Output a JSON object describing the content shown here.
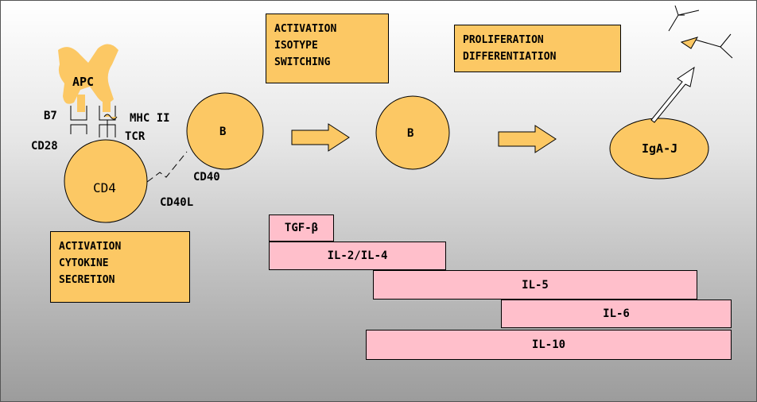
{
  "cells": {
    "apc": "APC",
    "cd4": "CD4",
    "b_cell_1": "B",
    "b_cell_2": "B",
    "plasma": "IgA-J"
  },
  "molecules": {
    "b7": "B7",
    "mhc_ii": "MHC II",
    "cd28": "CD28",
    "tcr": "TCR",
    "cd40": "CD40",
    "cd40l": "CD40L"
  },
  "stage_boxes": {
    "b_activation": [
      "ACTIVATION",
      "ISOTYPE",
      "SWITCHING"
    ],
    "proliferation": [
      "PROLIFERATION",
      "DIFFERENTIATION"
    ],
    "t_activation": [
      "ACTIVATION",
      "CYTOKINE",
      "SECRETION"
    ]
  },
  "cytokines": [
    "TGF-β",
    "IL-2/IL-4",
    "IL-5",
    "IL-6",
    "IL-10"
  ],
  "colors": {
    "cell_fill": "#fcc864",
    "cytokine_fill": "#ffbfcb",
    "outline": "#000000"
  }
}
